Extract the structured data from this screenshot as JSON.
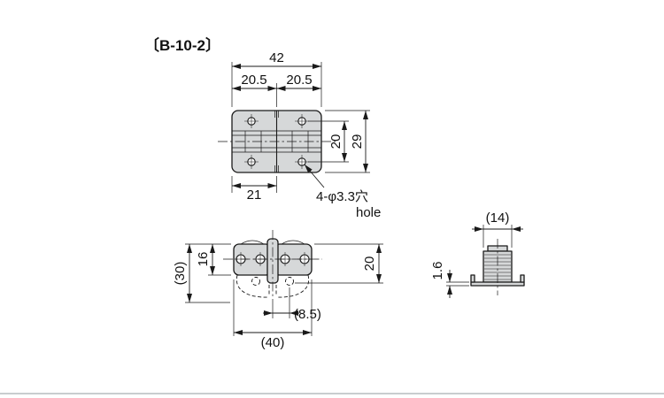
{
  "title": "〔B-10-2〕",
  "top_view": {
    "width_total": "42",
    "width_left": "20.5",
    "width_right": "20.5",
    "hole_pitch_v": "20",
    "height_total": "29",
    "width_half": "21",
    "hole_note": "4-φ3.3穴",
    "hole_note_en": "hole"
  },
  "front_view": {
    "height_open": "(30)",
    "height_leaf": "16",
    "height_pin": "20",
    "offset_open": "(8.5)",
    "width": "(40)"
  },
  "side_view": {
    "width": "(14)",
    "thickness": "1.6"
  },
  "colors": {
    "line": "#1a1a1a",
    "part_fill": "#d6d8d9",
    "background": "#ffffff",
    "page_rule": "#c9cdcf"
  }
}
